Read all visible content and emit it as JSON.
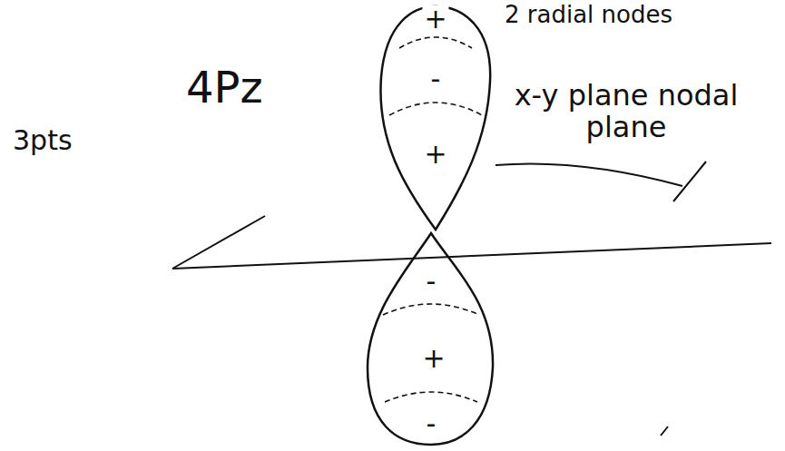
{
  "diagram": {
    "nodes": [
      {
        "text": [
          "+",
          "-",
          "+"
        ]
      },
      {
        "text": [
          "-",
          "+",
          "-"
        ]
      }
    ],
    "labels": [
      "2 radial nodes",
      "4Pz",
      "x-y plane nodal plane",
      "3pts"
    ]
  }
}
